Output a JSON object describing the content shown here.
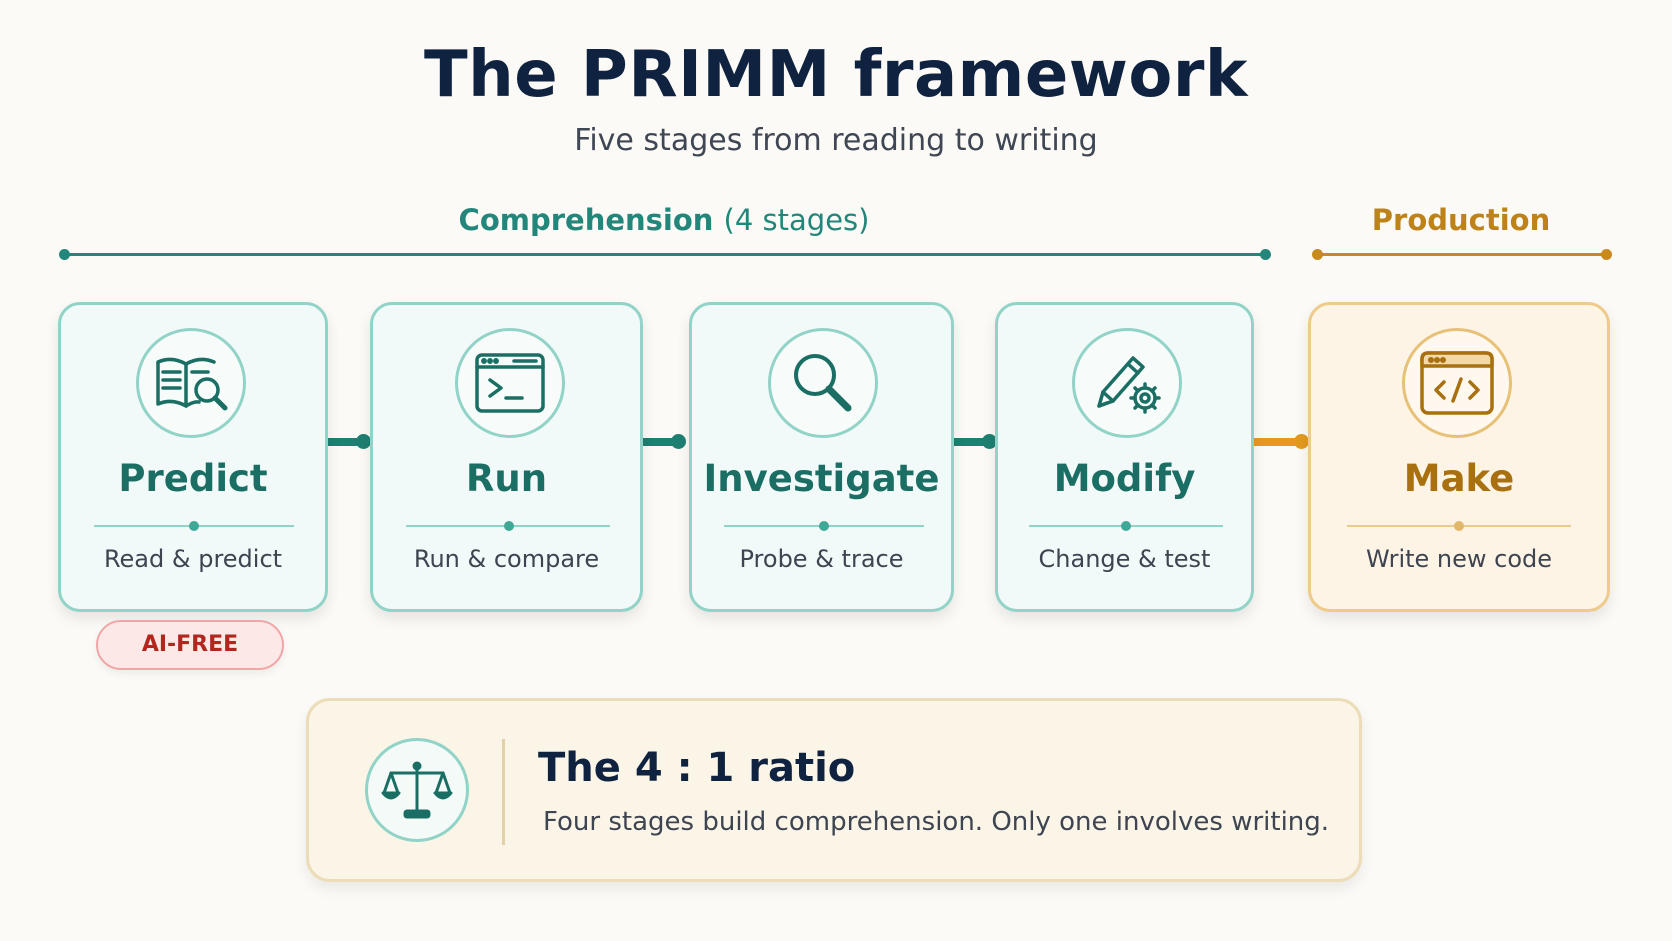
{
  "title": "The PRIMM framework",
  "subtitle": "Five stages from reading to writing",
  "groups": {
    "comprehension": {
      "label": "Comprehension",
      "count": "(4 stages)"
    },
    "production": {
      "label": "Production"
    }
  },
  "stages": [
    {
      "title": "Predict",
      "subtitle": "Read & predict",
      "icon": "book-search-icon"
    },
    {
      "title": "Run",
      "subtitle": "Run & compare",
      "icon": "terminal-icon"
    },
    {
      "title": "Investigate",
      "subtitle": "Probe & trace",
      "icon": "magnifier-icon"
    },
    {
      "title": "Modify",
      "subtitle": "Change & test",
      "icon": "pencil-gear-icon"
    },
    {
      "title": "Make",
      "subtitle": "Write new code",
      "icon": "code-window-icon"
    }
  ],
  "badge": {
    "label": "AI-FREE"
  },
  "ratio": {
    "title": "The 4 : 1 ratio",
    "text": "Four stages build comprehension. Only one involves writing.",
    "icon": "scales-icon"
  },
  "colors": {
    "teal": "#1b6e63",
    "teal_accent": "#22877a",
    "amber": "#bd8218",
    "navy": "#0f2340",
    "alert_red": "#b3261e"
  }
}
